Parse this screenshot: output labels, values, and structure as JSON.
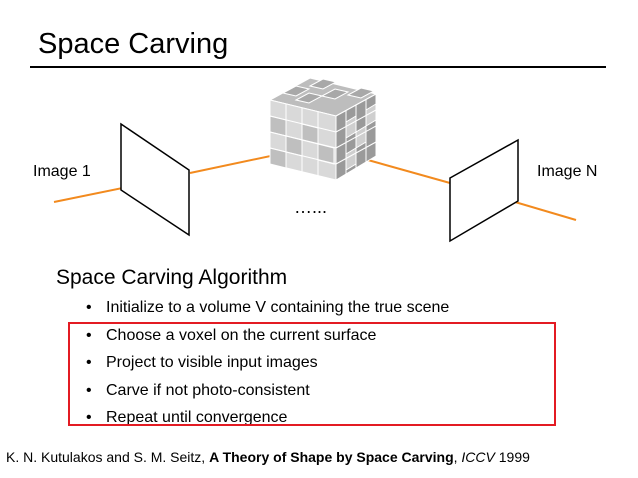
{
  "slide": {
    "title": "Space Carving",
    "image_left_label": "Image 1",
    "image_right_label": "Image N",
    "ellipsis": "…...",
    "algorithm_heading": "Space Carving Algorithm",
    "bullet_char": "•",
    "steps": [
      "Initialize to a volume V containing the true scene",
      "Choose a voxel on the current surface",
      "Project to visible input images",
      "Carve if not photo-consistent",
      "Repeat until convergence"
    ],
    "citation": {
      "authors": "K. N. Kutulakos and S. M. Seitz, ",
      "paper_title": "A Theory of Shape by Space Carving",
      "separator": ", ",
      "venue": "ICCV",
      "year": " 1999"
    }
  },
  "colors": {
    "ray": "#f28a1e",
    "highlight_box": "#e31b23",
    "voxel_light": "#d9d9d9",
    "voxel_mid": "#bdbdbd",
    "voxel_dark": "#9a9a9a"
  }
}
